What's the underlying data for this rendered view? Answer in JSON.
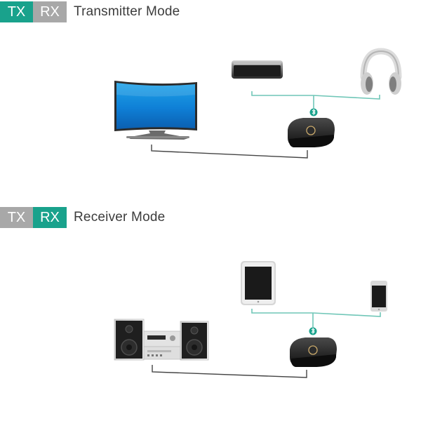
{
  "colors": {
    "active": "#19a28c",
    "inactive": "#a8a8a8",
    "bt_line": "#6fc6b7",
    "wire": "#444444"
  },
  "transmitter": {
    "badge_tx": "TX",
    "badge_rx": "RX",
    "title": "Transmitter Mode",
    "active_badge": "tx",
    "devices": [
      "tv",
      "soundbar",
      "headphones",
      "adapter"
    ],
    "bluetooth_icon": "bluetooth-icon"
  },
  "receiver": {
    "badge_tx": "TX",
    "badge_rx": "RX",
    "title": "Receiver Mode",
    "active_badge": "rx",
    "devices": [
      "stereo-system",
      "tablet",
      "smartphone",
      "adapter"
    ],
    "bluetooth_icon": "bluetooth-icon"
  }
}
